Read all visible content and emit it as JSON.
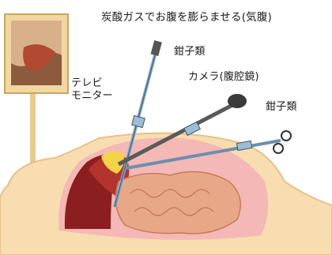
{
  "labels": {
    "title": "炭酸ガスでお腹を膨らませる(気腹)",
    "forceps_upper": "鉗子類",
    "monitor_line1": "テレビ",
    "monitor_line2": "モニター",
    "camera": "カメラ(腹腔鏡)",
    "forceps_right": "鉗子類"
  },
  "colors": {
    "skin": "#f8ddb0",
    "skin_edge": "#e8c08a",
    "cavity": "#f4b8b6",
    "organ_dark": "#8b1e1e",
    "liver": "#b3342c",
    "gallbladder": "#f4d34a",
    "intestine": "#e8a888",
    "monitor_frame": "#e9c98e",
    "instrument_blue": "#7fa7c8",
    "instrument_dark": "#333333"
  }
}
